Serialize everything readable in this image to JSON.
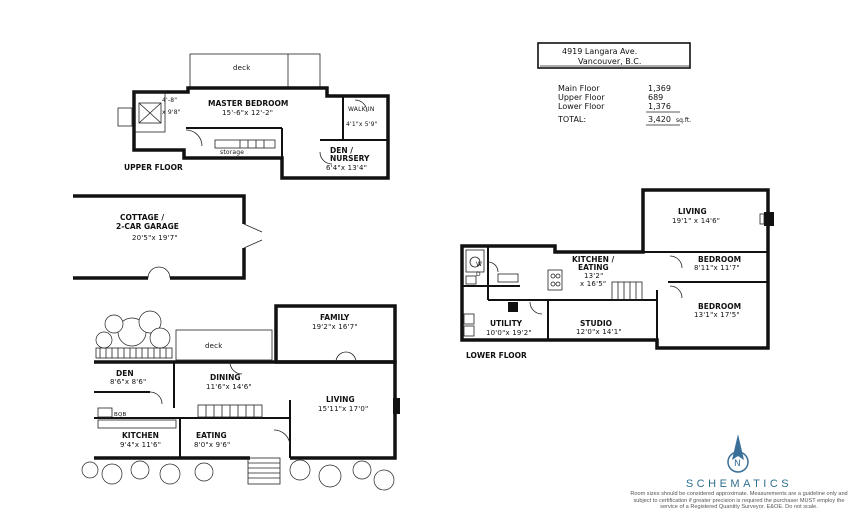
{
  "address": {
    "line1": "4919 Langara Ave.",
    "line2": "Vancouver, B.C."
  },
  "areas": {
    "rows": [
      {
        "label": "Main Floor",
        "value": "1,369"
      },
      {
        "label": "Upper Floor",
        "value": "689"
      },
      {
        "label": "Lower Floor",
        "value": "1,376"
      }
    ],
    "total_label": "TOTAL:",
    "total_value": "3,420",
    "unit": "sq.ft."
  },
  "upper_floor": {
    "title": "UPPER FLOOR",
    "deck": "deck",
    "master_name": "MASTER BEDROOM",
    "master_dims": "15'-6\"x 12'-2\"",
    "walkin": "WALK IN",
    "walkin_dims": "4'1\"x 5'9\"",
    "storage": "storage",
    "den_name": "DEN /",
    "den_name2": "NURSERY",
    "den_dims": "6'4\"x 13'4\"",
    "bath_a": "4'-8\"",
    "bath_b": "x 9'8\""
  },
  "cottage": {
    "name": "COTTAGE /",
    "name2": "2-CAR GARAGE",
    "dims": "20'5\"x 19'7\""
  },
  "main_floor": {
    "family_name": "FAMILY",
    "family_dims": "19'2\"x 16'7\"",
    "deck": "deck",
    "den_name": "DEN",
    "den_dims": "8'6\"x 8'6\"",
    "dining_name": "DINING",
    "dining_dims": "11'6\"x 14'6\"",
    "living_name": "LIVING",
    "living_dims": "15'11\"x 17'0\"",
    "kitchen_name": "KITCHEN",
    "kitchen_dims": "9'4\"x 11'6\"",
    "eating_name": "EATING",
    "eating_dims": "8'0\"x 9'6\"",
    "appliance": "BQB"
  },
  "lower_floor": {
    "title": "LOWER FLOOR",
    "living_name": "LIVING",
    "living_dims": "19'1\" x 14'6\"",
    "kitchen_name": "KITCHEN /",
    "kitchen_name2": "EATING",
    "kitchen_dims": "13'2\"",
    "kitchen_dims2": "x 16'5\"",
    "bedroom1_name": "BEDROOM",
    "bedroom1_dims": "8'11\"x 11'7\"",
    "bedroom2_name": "BEDROOM",
    "bedroom2_dims": "13'1\"x 17'5\"",
    "studio_name": "STUDIO",
    "studio_dims": "12'0\"x 14'1\"",
    "utility_name": "UTILITY",
    "utility_dims": "10'0\"x 19'2\"",
    "washer": "W",
    "dryer": "D"
  },
  "brand": {
    "name": "SCHEMATICS",
    "disclaimer": "Room sizes should be considered approximate. Measurements are a guideline only and subject to certification if greater precision is required the purchaser MUST employ the service of a Registered Quantity Surveyor. E&OE. Do not scale."
  },
  "colors": {
    "ink": "#111111",
    "brand": "#2f6f8f",
    "compass": "#3a6f98"
  },
  "icons": {
    "compass": "north-arrow-icon"
  }
}
